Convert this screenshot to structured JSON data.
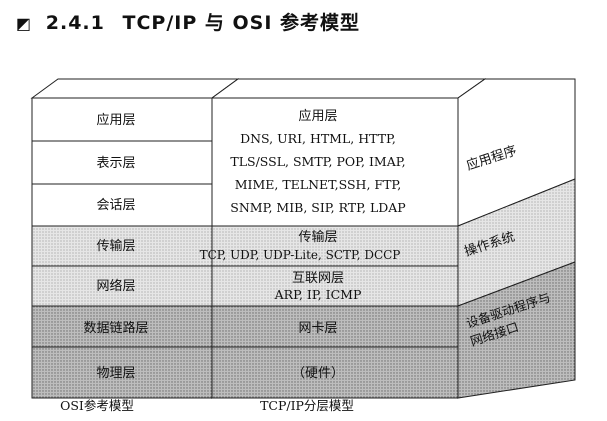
{
  "section": {
    "marker": "◩",
    "number": "2.4.1",
    "title": "TCP/IP 与 OSI 参考模型"
  },
  "osi": {
    "caption": "OSI参考模型",
    "layers": [
      "应用层",
      "表示层",
      "会话层",
      "传输层",
      "网络层",
      "数据链路层",
      "物理层"
    ]
  },
  "tcpip": {
    "caption": "TCP/IP分层模型",
    "application": {
      "name": "应用层",
      "protocols": [
        "DNS, URI, HTML, HTTP,",
        "TLS/SSL, SMTP, POP, IMAP,",
        "MIME, TELNET,SSH, FTP,",
        "SNMP, MIB, SIP, RTP, LDAP"
      ]
    },
    "transport": {
      "name": "传输层",
      "protocols": "TCP, UDP, UDP-Lite, SCTP, DCCP"
    },
    "internet": {
      "name": "互联网层",
      "protocols": "ARP, IP, ICMP"
    },
    "link": {
      "name": "网卡层"
    },
    "hardware": {
      "name": "（硬件）"
    }
  },
  "side_labels": {
    "app": "应用程序",
    "os": "操作系统",
    "driver": [
      "设备驱动程序与",
      "网络接口"
    ]
  },
  "colors": {
    "white_face": "#ffffff",
    "light_gray": "#e3e3e3",
    "dark_gray": "#b8b8b8",
    "side_white": "#f2f2f2",
    "side_light": "#cfcfcf",
    "side_dark": "#9f9f9f",
    "stroke": "#222222"
  }
}
